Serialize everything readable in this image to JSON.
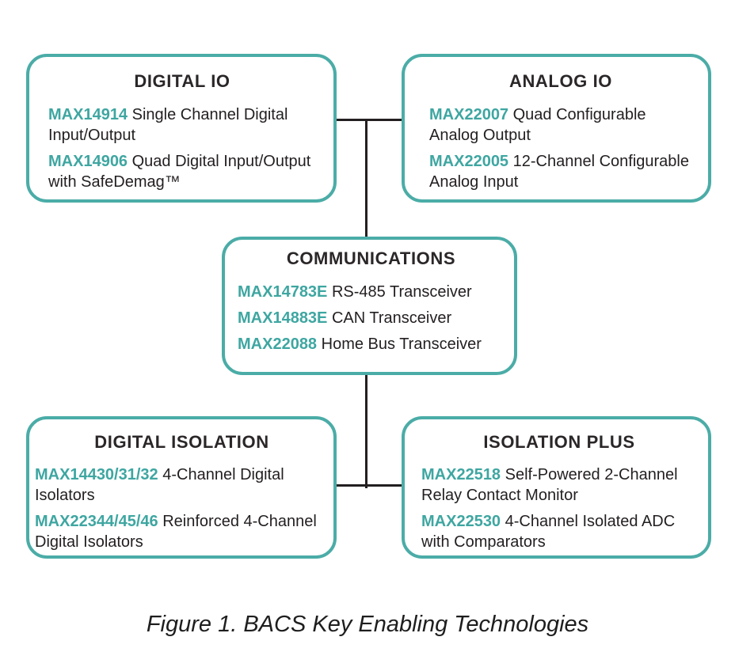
{
  "colors": {
    "box_border_teal": "#4BACA7",
    "part_number_teal": "#3EA6A1",
    "body_text": "#231f20",
    "connector_line": "#231f20",
    "background": "#ffffff"
  },
  "caption": "Figure 1. BACS Key Enabling Technologies",
  "boxes": [
    {
      "title": "DIGITAL IO",
      "parts": [
        {
          "part": "MAX14914",
          "desc": "Single Channel Digital\nInput/Output"
        },
        {
          "part": "MAX14906",
          "desc": "Quad Digital Input/Output\nwith SafeDemag™"
        }
      ]
    },
    {
      "title": "ANALOG IO",
      "parts": [
        {
          "part": "MAX22007",
          "desc": "Quad Configurable\nAnalog Output"
        },
        {
          "part": "MAX22005",
          "desc": "12-Channel Configurable\nAnalog Input"
        }
      ]
    },
    {
      "title": "COMMUNICATIONS",
      "parts": [
        {
          "part": "MAX14783E",
          "desc": "RS-485 Transceiver"
        },
        {
          "part": "MAX14883E",
          "desc": "CAN Transceiver"
        },
        {
          "part": "MAX22088",
          "desc": "Home Bus Transceiver"
        }
      ]
    },
    {
      "title": "DIGITAL ISOLATION",
      "parts": [
        {
          "part": "MAX14430/31/32",
          "desc": "4-Channel Digital\nIsolators"
        },
        {
          "part": "MAX22344/45/46",
          "desc": "Reinforced 4-Channel\nDigital Isolators"
        }
      ]
    },
    {
      "title": "ISOLATION PLUS",
      "parts": [
        {
          "part": "MAX22518",
          "desc": "Self-Powered 2-Channel\nRelay Contact Monitor"
        },
        {
          "part": "MAX22530",
          "desc": "4-Channel Isolated ADC\nwith Comparators"
        }
      ]
    }
  ]
}
